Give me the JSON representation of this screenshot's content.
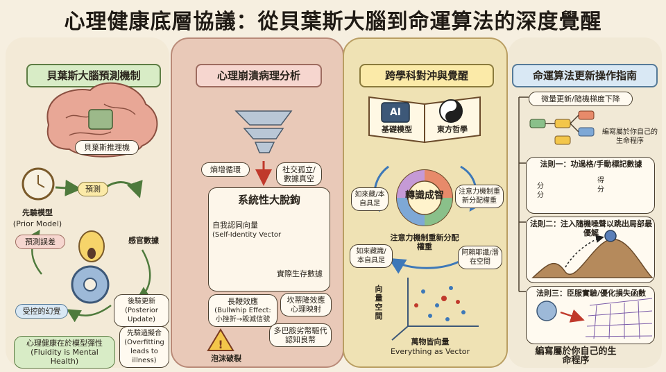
{
  "title": "心理健康底層協議：從貝葉斯大腦到命運算法的深度覺醒",
  "panel1": {
    "header": "貝葉斯大腦預測機制",
    "brain_label": "貝葉斯推理機",
    "predict": "預測",
    "prior_model": "先驗模型",
    "prior_model_en": "(Prior Model)",
    "prediction_error": "預測誤差",
    "sensory_data": "感官數據",
    "posterior_update": "後驗更新",
    "posterior_update_en": "(Posterior Update)",
    "controlled_illusion": "受控的幻覺",
    "overfitting": "先驗過擬合",
    "overfitting_en": "(Overfitting leads to illness)",
    "fluidity": "心理健康在於模型彈性",
    "fluidity_en": "(Fluidity is Mental Health)"
  },
  "panel2": {
    "header": "心理崩潰病理分析",
    "entropy_loop": "熵增循環",
    "social_vacuum": "社交孤立/數據真空",
    "decoupling": "系統性大脫鉤",
    "self_identity": "自我認同向量",
    "self_identity_en": "(Self-Identity Vector",
    "actual_data": "實際生存數據",
    "bullwhip": "長鞭效應",
    "bullwhip_en": "(Bullwhip Effect:",
    "bullwhip_en2": "小挫折→毀滅信號",
    "cobra": "坎蒂隆效應心理映射",
    "dopamine": "多巴胺劣幣驅代認知良幣",
    "bubble": "泡沫破裂"
  },
  "panel3": {
    "header": "跨學科對沖與覺醒",
    "ai_badge": "AI",
    "base_model": "基礎模型",
    "eastern_philosophy": "東方哲學",
    "transform": "轉識成智",
    "attention_upper": "注意力機制重新分配權重",
    "attention_center": "注意力機制重新分配權重",
    "self_sufficient_top": "如來藏/本自具足",
    "self_sufficient_bottom": "如來藏識/本自具足",
    "alaya": "阿賴耶識/潛在空間",
    "vector_space_axis": "向量空間",
    "everything_vector": "萬物皆向量",
    "everything_vector_en": "Everything as Vector"
  },
  "panel4": {
    "header": "命運算法更新操作指南",
    "micro_update": "微量更新/隨機梯度下降",
    "write_program": "編寫屬於你自己的生命程序",
    "rule1": "法則一：功過格/手動標記數據",
    "score_left": "分分",
    "score_right": "得分",
    "rule2": "法則二：注入隨機噪聲以跳出局部最優解",
    "rule3": "法則三：臣服實驗/優化損失函數",
    "final": "編寫屬於你自己的生命程序"
  },
  "colors": {
    "green": "#d8ecc6",
    "pink": "#e9c9b8",
    "yellow": "#efe2b4",
    "blue": "#d9e8f4"
  }
}
